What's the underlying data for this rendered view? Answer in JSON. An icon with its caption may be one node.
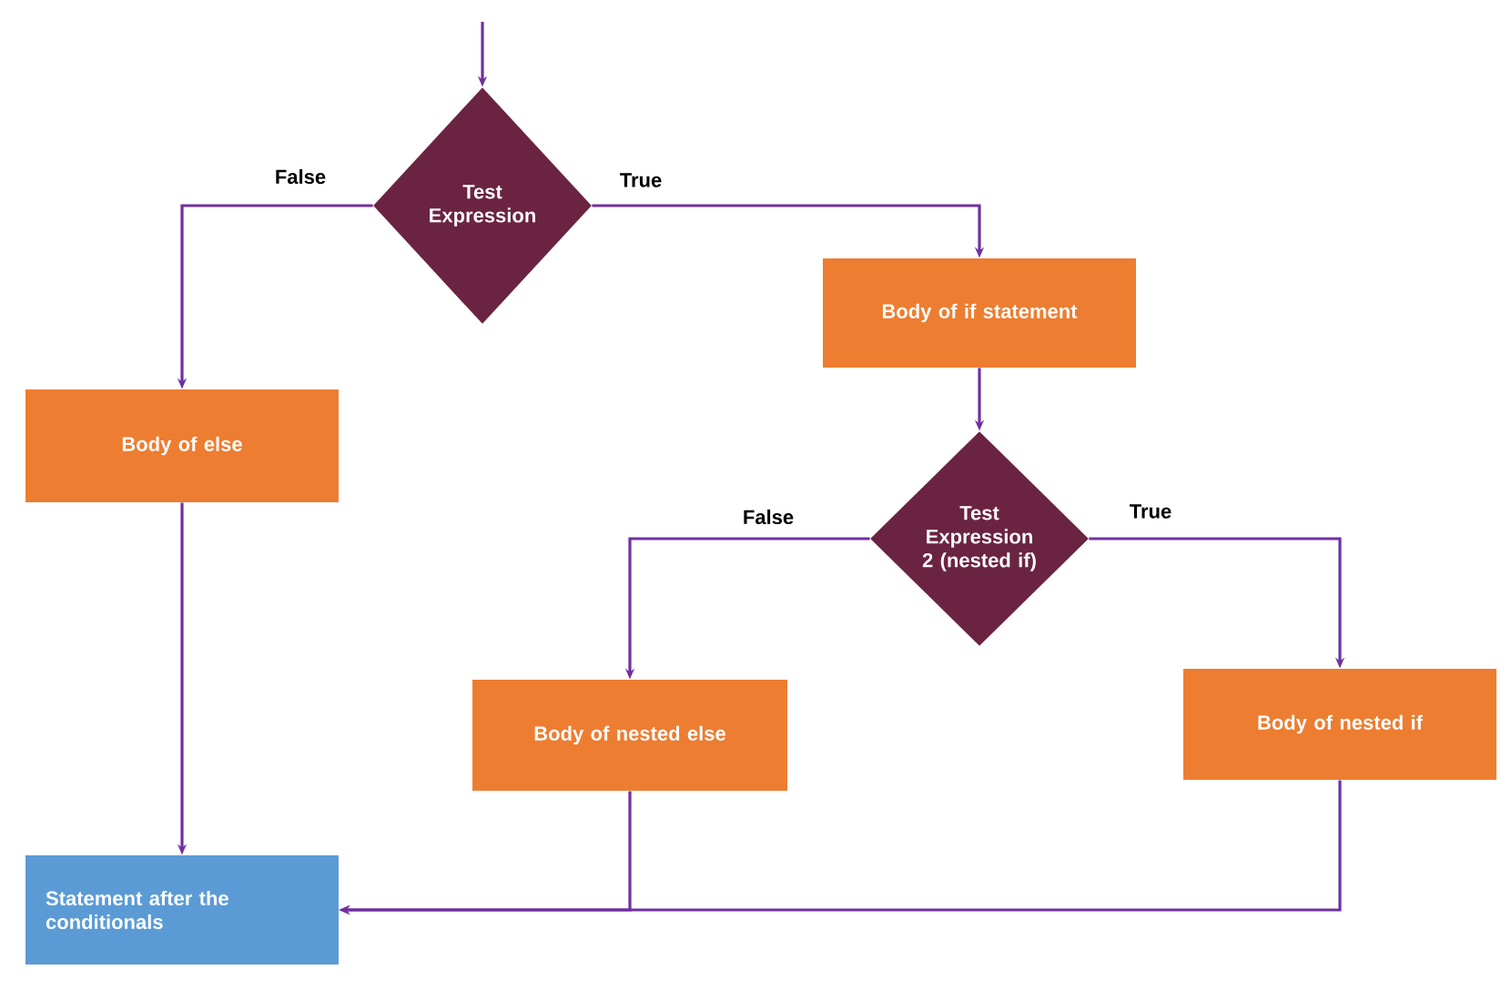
{
  "diagram": {
    "nodes": [
      {
        "text": [
          "Test Expression"
        ]
      },
      {
        "text": [
          "Body of if statement"
        ]
      },
      {
        "text": [
          "Body of else"
        ]
      },
      {
        "text": [
          "Test Expression 2 (nested if)"
        ]
      },
      {
        "text": [
          "Body of nested else"
        ]
      },
      {
        "text": [
          "Body of nested if"
        ]
      },
      {
        "text": [
          "Statement after the conditionals"
        ]
      }
    ],
    "edges": [
      {
        "from": null,
        "to": 0,
        "arrow": "to"
      },
      {
        "from": 0,
        "to": 2,
        "arrow": "to",
        "label": "False"
      },
      {
        "from": 0,
        "to": 1,
        "arrow": "to",
        "label": "True"
      },
      {
        "from": 1,
        "to": 3,
        "arrow": "to"
      },
      {
        "from": 3,
        "to": 4,
        "arrow": "to",
        "label": "False"
      },
      {
        "from": 3,
        "to": 5,
        "arrow": "to",
        "label": "True"
      },
      {
        "from": 2,
        "to": 6,
        "arrow": "to"
      },
      {
        "from": 4,
        "to": 6,
        "arrow": "to"
      },
      {
        "from": 5,
        "to": 6,
        "arrow": "to"
      }
    ]
  }
}
